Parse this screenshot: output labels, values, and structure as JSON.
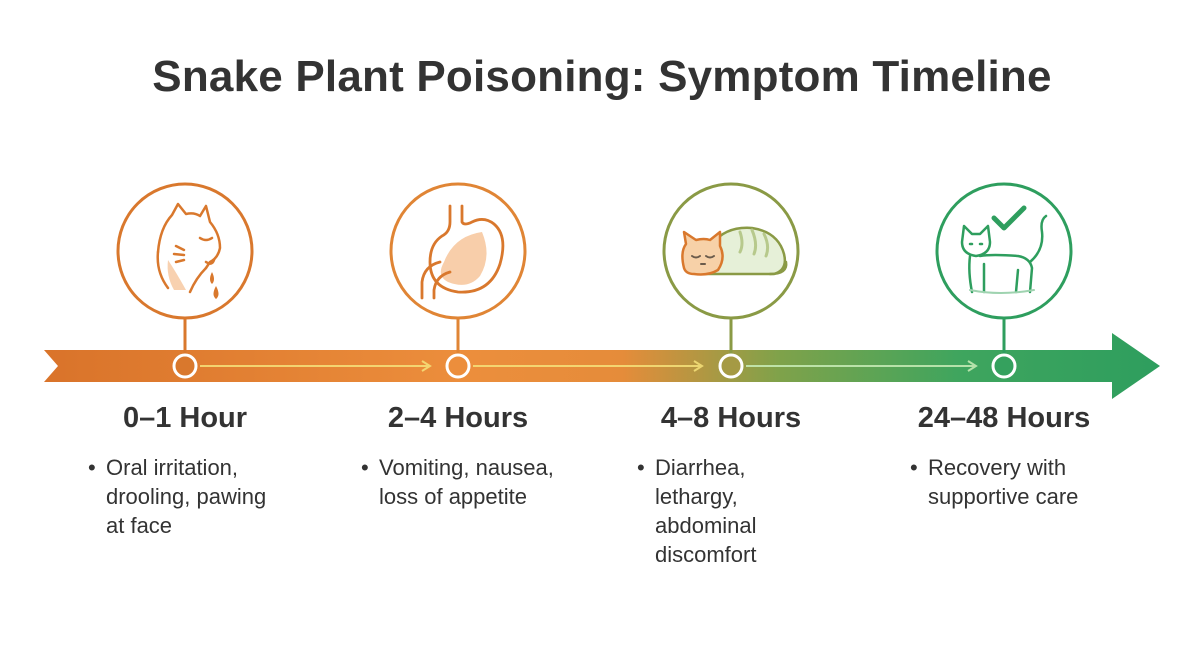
{
  "title": "Snake Plant Poisoning: Symptom Timeline",
  "colors": {
    "orange": "#D9782D",
    "orange_light": "#EE9A45",
    "green": "#2E9E5E",
    "text": "#333333"
  },
  "stages": [
    {
      "label": "0–1 Hour",
      "description": "Oral irritation, drooling, pawing at face",
      "icon": "drooling-cat-icon",
      "color": "#D9782D"
    },
    {
      "label": "2–4 Hours",
      "description": "Vomiting, nausea, loss of appetite",
      "icon": "stomach-icon",
      "color": "#E08535"
    },
    {
      "label": "4–8 Hours",
      "description": "Diarrhea, lethargy, abdominal discomfort",
      "icon": "sleeping-cat-icon",
      "color": "#8A9A45"
    },
    {
      "label": "24–48 Hours",
      "description": "Recovery with supportive care",
      "icon": "healthy-cat-icon",
      "color": "#2E9E5E"
    }
  ]
}
